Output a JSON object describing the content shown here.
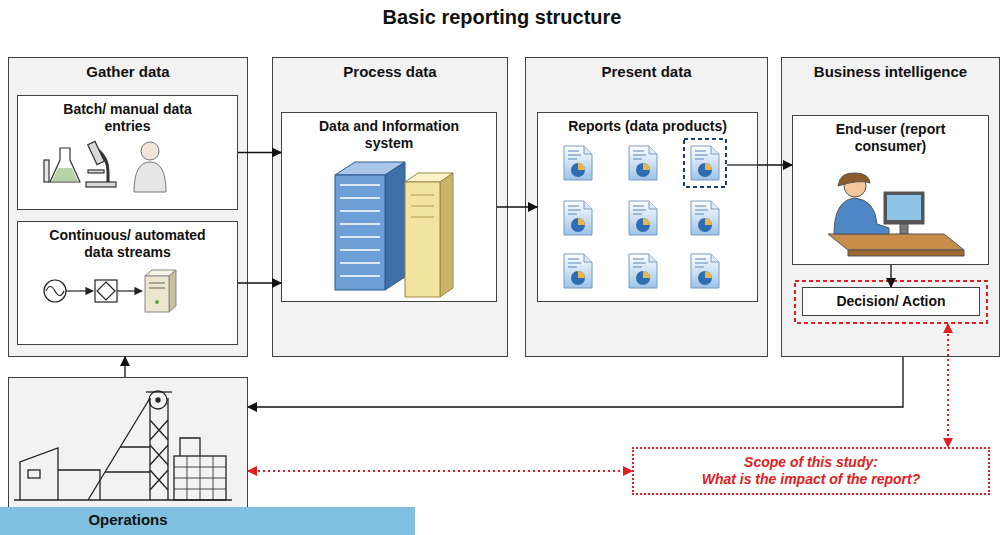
{
  "diagram": {
    "title": "Basic reporting structure",
    "nodes": [
      {
        "text": [
          "Gather data"
        ]
      },
      {
        "text": [
          "Batch/ manual data entries"
        ],
        "in": 0
      },
      {
        "text": [
          "Continuous/ automated data streams"
        ],
        "in": 0
      },
      {
        "text": [
          "Process data"
        ]
      },
      {
        "text": [
          "Data and Information system"
        ],
        "in": 3
      },
      {
        "text": [
          "Present data"
        ]
      },
      {
        "text": [
          "Reports (data products)"
        ],
        "in": 5
      },
      {
        "text": [
          "Business intelligence"
        ]
      },
      {
        "text": [
          "End-user (report consumer)"
        ],
        "in": 7
      },
      {
        "text": [
          "Decision/ Action"
        ],
        "in": 7
      },
      {
        "text": [
          "Operations"
        ]
      },
      {
        "text": [
          "Scope of this study:",
          "What is the impact of the report?"
        ]
      }
    ],
    "edges": [
      {
        "from": 1,
        "to": 4,
        "arrow": "to"
      },
      {
        "from": 2,
        "to": 4,
        "arrow": "to"
      },
      {
        "from": 4,
        "to": 6,
        "arrow": "to"
      },
      {
        "from": 6,
        "to": 8,
        "arrow": "to"
      },
      {
        "from": 8,
        "to": 9,
        "arrow": "to"
      },
      {
        "from": 7,
        "to": 10,
        "arrow": "to"
      },
      {
        "from": 10,
        "to": 0,
        "arrow": "to"
      },
      {
        "from": 9,
        "to": 11,
        "arrow": "both"
      },
      {
        "from": 10,
        "to": 11,
        "arrow": "both"
      }
    ]
  }
}
